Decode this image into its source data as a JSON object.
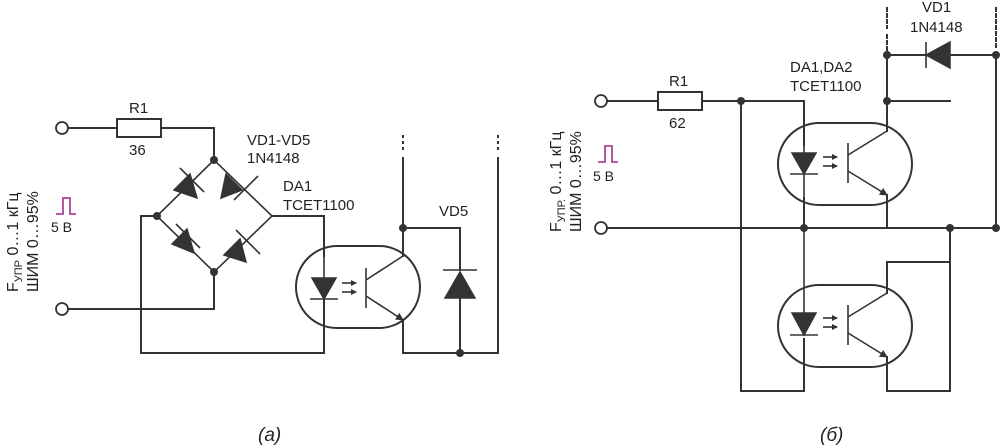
{
  "colors": {
    "wire": "#333333",
    "pulse": "#b0449c",
    "background": "#ffffff"
  },
  "circuit_a": {
    "input_label_main": "F",
    "input_label_sub": "УПР",
    "input_label_rest": " 0…1 кГц",
    "input_label_line2": "ШИМ 0…95%",
    "pulse_label": "5 В",
    "r1_name": "R1",
    "r1_value": "36",
    "bridge_name": "VD1-VD5",
    "bridge_type": "1N4148",
    "opto_name": "DA1",
    "opto_type": "TCET1100",
    "diode_name": "VD5",
    "caption": "(а)"
  },
  "circuit_b": {
    "input_label_main": "F",
    "input_label_sub": "УПР.",
    "input_label_rest": " 0…1 кГц",
    "input_label_line2": "ШИМ 0…95%",
    "pulse_label": "5 В",
    "r1_name": "R1",
    "r1_value": "62",
    "opto_name": "DA1,DA2",
    "opto_type": "TCET1100",
    "diode_name": "VD1",
    "diode_type": "1N4148",
    "caption": "(б)"
  }
}
